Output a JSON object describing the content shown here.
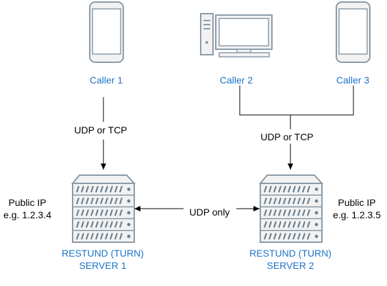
{
  "nodes": {
    "caller1": {
      "label": "Caller 1",
      "icon": "smartphone-icon"
    },
    "caller2": {
      "label": "Caller 2",
      "icon": "desktop-computer-icon"
    },
    "caller3": {
      "label": "Caller 3",
      "icon": "smartphone-icon"
    },
    "server1": {
      "line1": "RESTUND (TURN)",
      "line2": "SERVER 1",
      "icon": "server-rack-icon"
    },
    "server2": {
      "line1": "RESTUND (TURN)",
      "line2": "SERVER 2",
      "icon": "server-rack-icon"
    }
  },
  "edges": {
    "caller1_to_server1": "UDP or TCP",
    "callers_to_server2": "UDP or TCP",
    "server_to_server": "UDP only"
  },
  "ip": {
    "server1": {
      "line1": "Public IP",
      "line2": "e.g. 1.2.3.4"
    },
    "server2": {
      "line1": "Public IP",
      "line2": "e.g. 1.2.3.5"
    }
  },
  "colors": {
    "label_blue": "#1a73c8",
    "icon_fill": "#f2f2f2",
    "icon_stroke": "#8a9aa8",
    "icon_dark": "#6d7f8e",
    "line": "#000000"
  }
}
